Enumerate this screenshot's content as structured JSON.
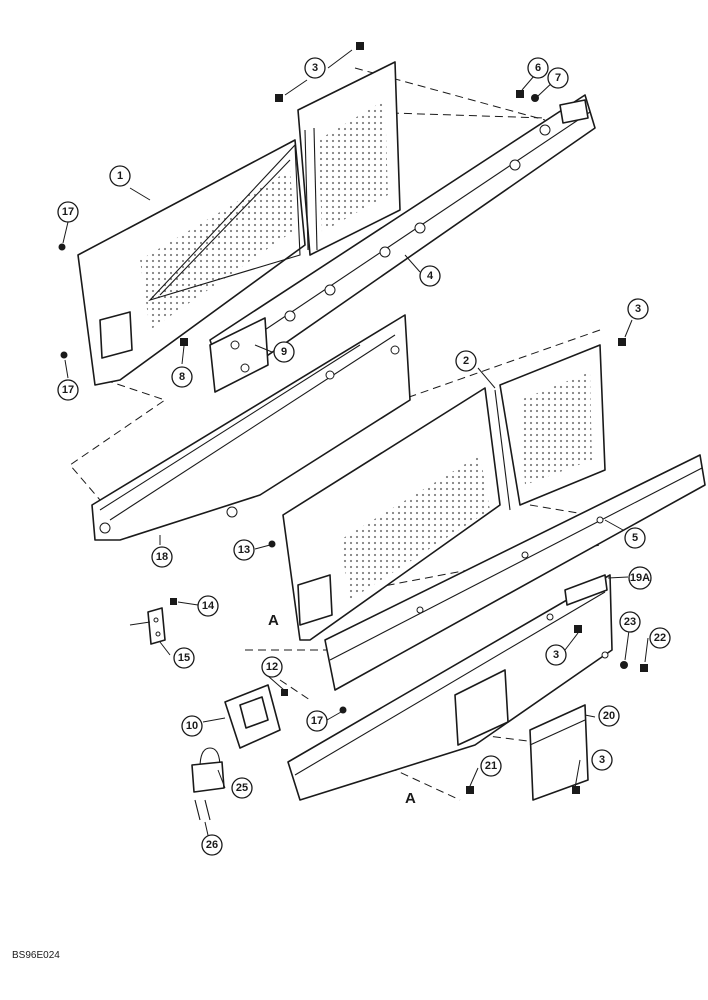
{
  "diagram": {
    "code": "BS96E024",
    "section_mark": "A",
    "callouts": [
      "1",
      "2",
      "3",
      "4",
      "5",
      "6",
      "7",
      "8",
      "9",
      "10",
      "12",
      "13",
      "14",
      "15",
      "17",
      "18",
      "19A",
      "20",
      "21",
      "22",
      "23",
      "25",
      "26"
    ],
    "line_color": "#1a1a1a",
    "background": "#ffffff"
  }
}
